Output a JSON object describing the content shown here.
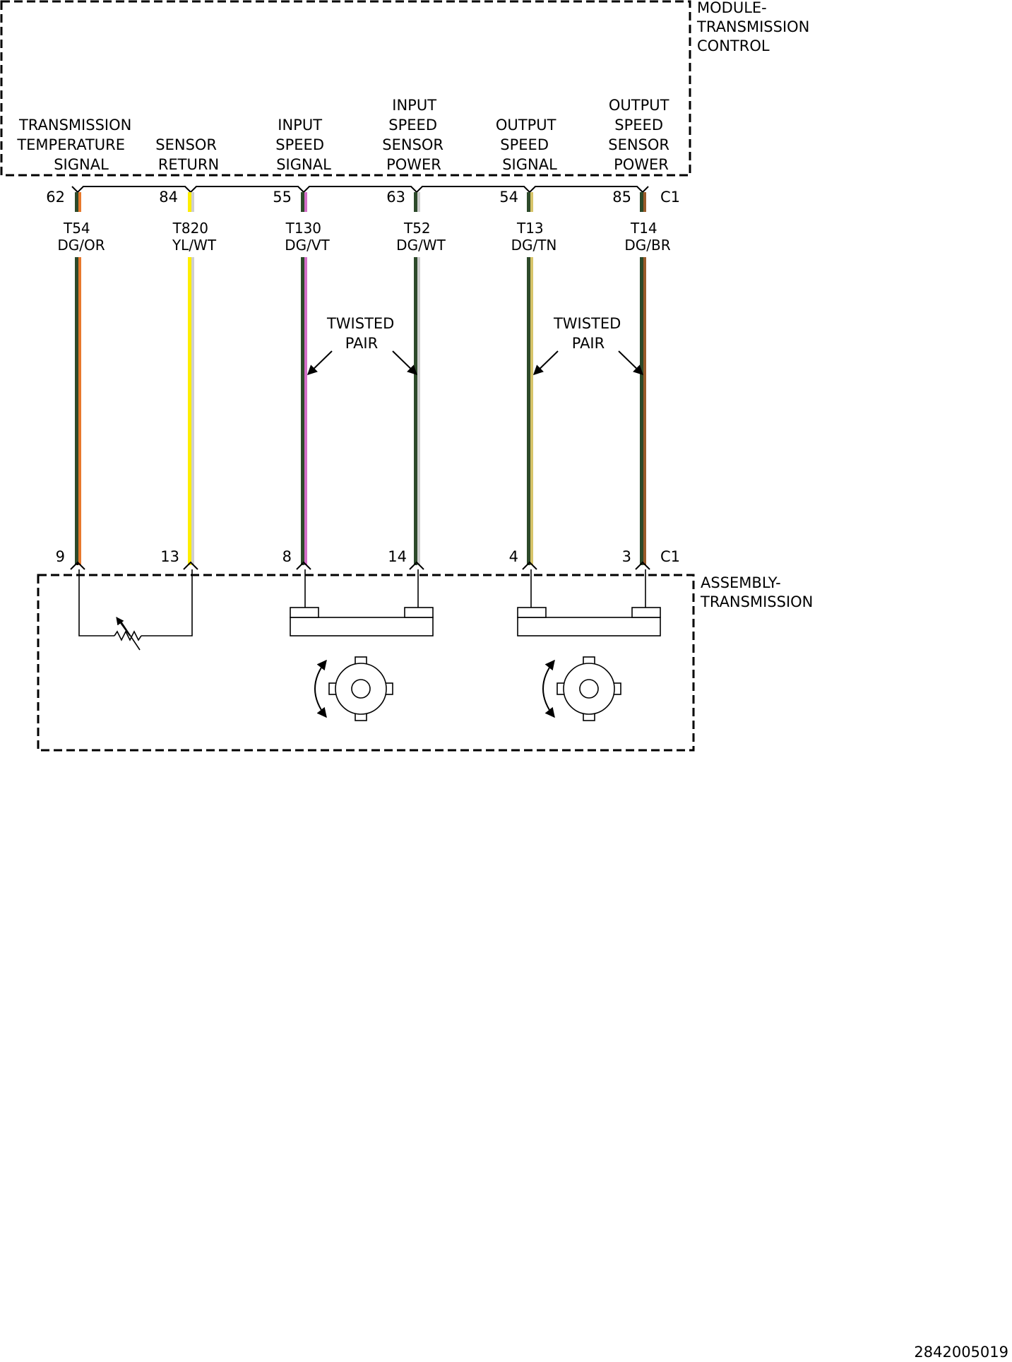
{
  "module": {
    "title_lines": [
      "MODULE-",
      "TRANSMISSION",
      "CONTROL"
    ],
    "connector": "C1"
  },
  "assembly": {
    "title_lines": [
      "ASSEMBLY-",
      "TRANSMISSION"
    ],
    "connector": "C1"
  },
  "circuits": [
    {
      "function_lines": [
        "TRANSMISSION",
        "TEMPERATURE",
        "SIGNAL"
      ],
      "module_pin": "62",
      "circuit": "T54",
      "color_code": "DG/OR",
      "assembly_pin": "9",
      "base_color": "#2d4a2a",
      "stripe_color": "#e8792c"
    },
    {
      "function_lines": [
        "SENSOR",
        "RETURN"
      ],
      "module_pin": "84",
      "circuit": "T820",
      "color_code": "YL/WT",
      "assembly_pin": "13",
      "base_color": "#ffee00",
      "stripe_color": "#cfcfcf"
    },
    {
      "function_lines": [
        "INPUT",
        "SPEED",
        "SIGNAL"
      ],
      "module_pin": "55",
      "circuit": "T130",
      "color_code": "DG/VT",
      "assembly_pin": "8",
      "base_color": "#2d4a2a",
      "stripe_color": "#d46fc8"
    },
    {
      "function_lines": [
        "INPUT",
        "SPEED",
        "SENSOR",
        "POWER"
      ],
      "module_pin": "63",
      "circuit": "T52",
      "color_code": "DG/WT",
      "assembly_pin": "14",
      "base_color": "#2d4a2a",
      "stripe_color": "#cfcfcf"
    },
    {
      "function_lines": [
        "OUTPUT",
        "SPEED",
        "SIGNAL"
      ],
      "module_pin": "54",
      "circuit": "T13",
      "color_code": "DG/TN",
      "assembly_pin": "4",
      "base_color": "#2d4a2a",
      "stripe_color": "#d6c46a"
    },
    {
      "function_lines": [
        "OUTPUT",
        "SPEED",
        "SENSOR",
        "POWER"
      ],
      "module_pin": "85",
      "circuit": "T14",
      "color_code": "DG/BR",
      "assembly_pin": "3",
      "base_color": "#2d4a2a",
      "stripe_color": "#9a5a2a"
    }
  ],
  "twisted_pair_labels": [
    [
      "TWISTED",
      "PAIR"
    ],
    [
      "TWISTED",
      "PAIR"
    ]
  ],
  "figure_id": "2842005019"
}
